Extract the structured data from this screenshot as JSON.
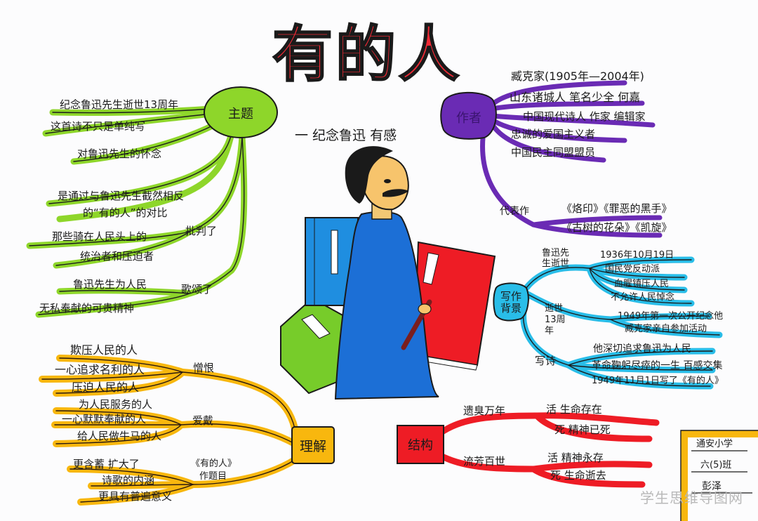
{
  "title": "有的人",
  "subtitle": "一 纪念鲁迅 有感",
  "watermark": "学生思维导图网",
  "colors": {
    "theme_green": "#8ed62a",
    "author_purple": "#6a2bb4",
    "background_blue": "#29bde8",
    "understanding_orange": "#f8b70e",
    "structure_red": "#ee1c25",
    "title_red": "#ee2a35"
  },
  "branches": {
    "theme": {
      "label": "主题",
      "items": [
        "纪念鲁迅先生逝世13周年",
        "这首诗不只是单纯写",
        "对鲁迅先生的怀念",
        "是通过与鲁迅先生截然相反",
        "的“有的人”的对比"
      ],
      "criticize": {
        "label": "批判了",
        "items": [
          "那些骑在人民头上的",
          "统治者和压迫者"
        ]
      },
      "praise": {
        "label": "歌颂了",
        "items": [
          "鲁迅先生为人民",
          "无私奉献的可贵精神"
        ]
      }
    },
    "author": {
      "label": "作者",
      "items": [
        "臧克家(1905年—2004年)",
        "山东诸城人 笔名少全 何嘉",
        "中国现代诗人 作家 编辑家",
        "忠诚的爱国主义者",
        "中国民主同盟盟员"
      ],
      "works": {
        "label": "代表作",
        "items": [
          "《烙印》《罪恶的黑手》",
          "《古树的花朵》《凯旋》"
        ]
      }
    },
    "background": {
      "label": "写作背景",
      "lu_xun_death": {
        "label": "鲁迅先生逝世",
        "items": [
          "1936年10月19日",
          "国民党反动派",
          "血腥镇压人民",
          "不允许人民悼念"
        ]
      },
      "anniversary": {
        "label": "逝世13周年",
        "items": [
          "1949年第一次公开纪念他",
          "臧克家亲自参加活动"
        ]
      },
      "writing": {
        "label": "写诗",
        "items": [
          "他深切追求鲁迅为人民",
          "革命鞠躬尽瘁的一生 百感交集",
          "1949年11月1日写了《有的人》"
        ]
      }
    },
    "understanding": {
      "label": "理解",
      "hate": {
        "label": "憎恨",
        "items": [
          "欺压人民的人",
          "一心追求名利的人",
          "压迫人民的人"
        ]
      },
      "love": {
        "label": "爱戴",
        "items": [
          "为人民服务的人",
          "一心默默奉献的人",
          "给人民做牛马的人"
        ]
      },
      "title_meaning": {
        "label_line1": "《有的人》",
        "label_line2": "作题目",
        "items": [
          "更含蓄 扩大了",
          "诗歌的内涵",
          "更具有普遍意义"
        ]
      }
    },
    "structure": {
      "label": "结构",
      "remembered": {
        "label": "遗臭万年",
        "items": [
          "活 生命存在",
          "死 精神已死"
        ]
      },
      "lasting": {
        "label": "流芳百世",
        "items": [
          "活 精神永存",
          "死 生命逝去"
        ]
      }
    }
  },
  "signature": {
    "school": "通安小学",
    "class": "六(5)班",
    "name": "彭泽"
  }
}
